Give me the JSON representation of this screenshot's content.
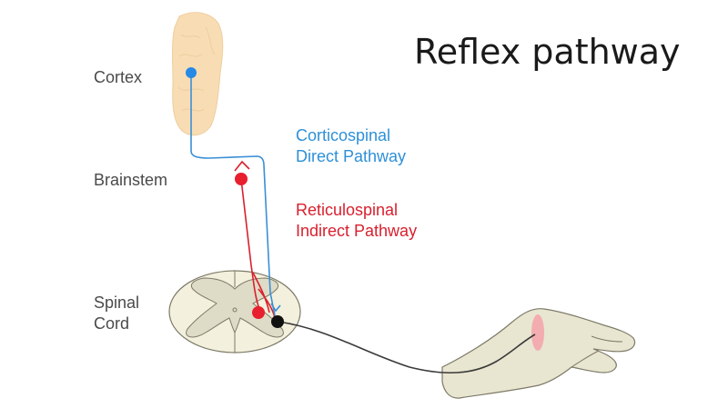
{
  "title": "Reflex pathway",
  "regions": {
    "cortex": "Cortex",
    "brainstem": "Brainstem",
    "spinal_line1": "Spinal",
    "spinal_line2": "Cord"
  },
  "pathways": {
    "corticospinal": {
      "line1": "Corticospinal",
      "line2": "Direct Pathway",
      "color": "#2e90d8"
    },
    "reticulospinal": {
      "line1": "Reticulospinal",
      "line2": "Indirect Pathway",
      "color": "#d9202e"
    }
  },
  "colors": {
    "cortex_fill": "#f8ddb4",
    "cord_fill": "#f3f0dd",
    "grey_matter": "#dedbc6",
    "hand_fill": "#e8e6d0",
    "outline": "#7d7a68",
    "stimulus": "#f4a1aa",
    "motor_neuron": "#111111"
  }
}
